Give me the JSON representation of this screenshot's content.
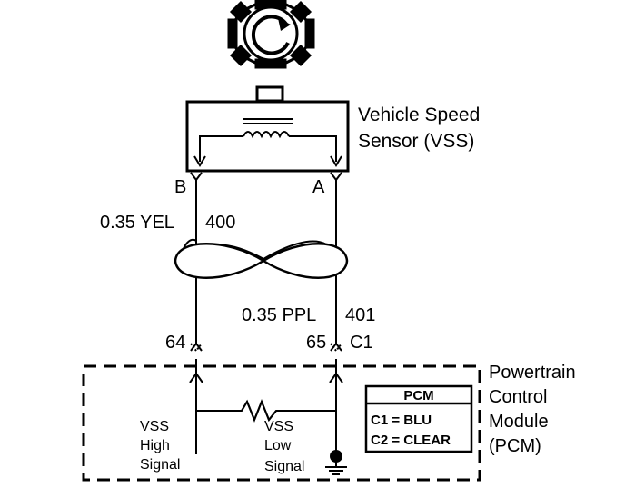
{
  "vss": {
    "title_line1": "Vehicle Speed",
    "title_line2": "Sensor (VSS)",
    "terminal_b": "B",
    "terminal_a": "A"
  },
  "wires": {
    "wire1": "0.35 YEL",
    "wire1_circuit": "400",
    "wire2": "0.35 PPL",
    "wire2_circuit": "401"
  },
  "connector": {
    "pin_left": "64",
    "pin_right": "65",
    "name": "C1"
  },
  "pcm": {
    "title_line1": "Powertrain",
    "title_line2": "Control",
    "title_line3": "Module",
    "title_line4": "(PCM)",
    "high_signal_line1": "VSS",
    "high_signal_line2": "High",
    "high_signal_line3": "Signal",
    "low_signal_line1": "VSS",
    "low_signal_line2": "Low",
    "low_signal_line3": "Signal",
    "legend_title": "PCM",
    "legend_c1": "C1 = BLU",
    "legend_c2": "C2 = CLEAR"
  }
}
